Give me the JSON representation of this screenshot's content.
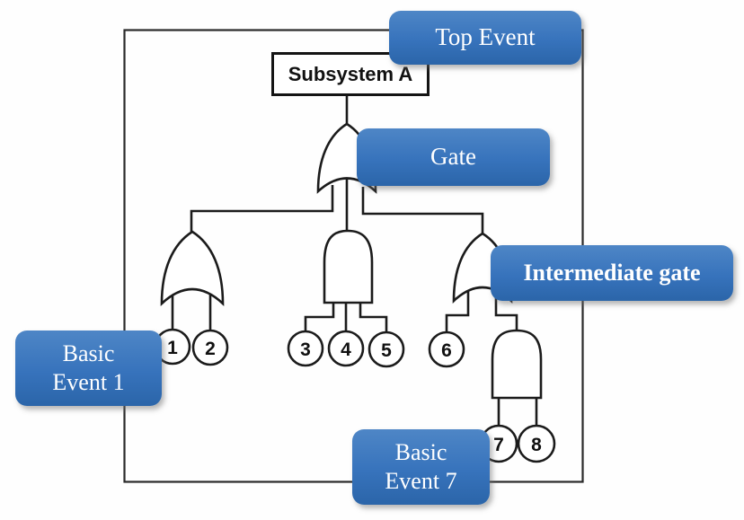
{
  "tree": {
    "subsystem_label": "Subsystem A",
    "basic_events": [
      "1",
      "2",
      "3",
      "4",
      "5",
      "6",
      "7",
      "8"
    ],
    "gates": [
      {
        "id": "top-gate",
        "type": "or"
      },
      {
        "id": "left-gate",
        "type": "or"
      },
      {
        "id": "middle-gate",
        "type": "and"
      },
      {
        "id": "right-gate",
        "type": "or"
      },
      {
        "id": "bottom-gate",
        "type": "and"
      }
    ]
  },
  "callouts": {
    "top_event": "Top Event",
    "gate": "Gate",
    "intermediate_gate": "Intermediate gate",
    "basic_event_1": [
      "Basic",
      "Event 1"
    ],
    "basic_event_7": [
      "Basic",
      "Event 7"
    ]
  },
  "colors": {
    "callout_gradient_top": "#4e86c6",
    "callout_gradient_mid": "#3773bc",
    "callout_gradient_bottom": "#2b65a9",
    "callout_text": "#ffffff",
    "line": "#1b1b1b"
  }
}
